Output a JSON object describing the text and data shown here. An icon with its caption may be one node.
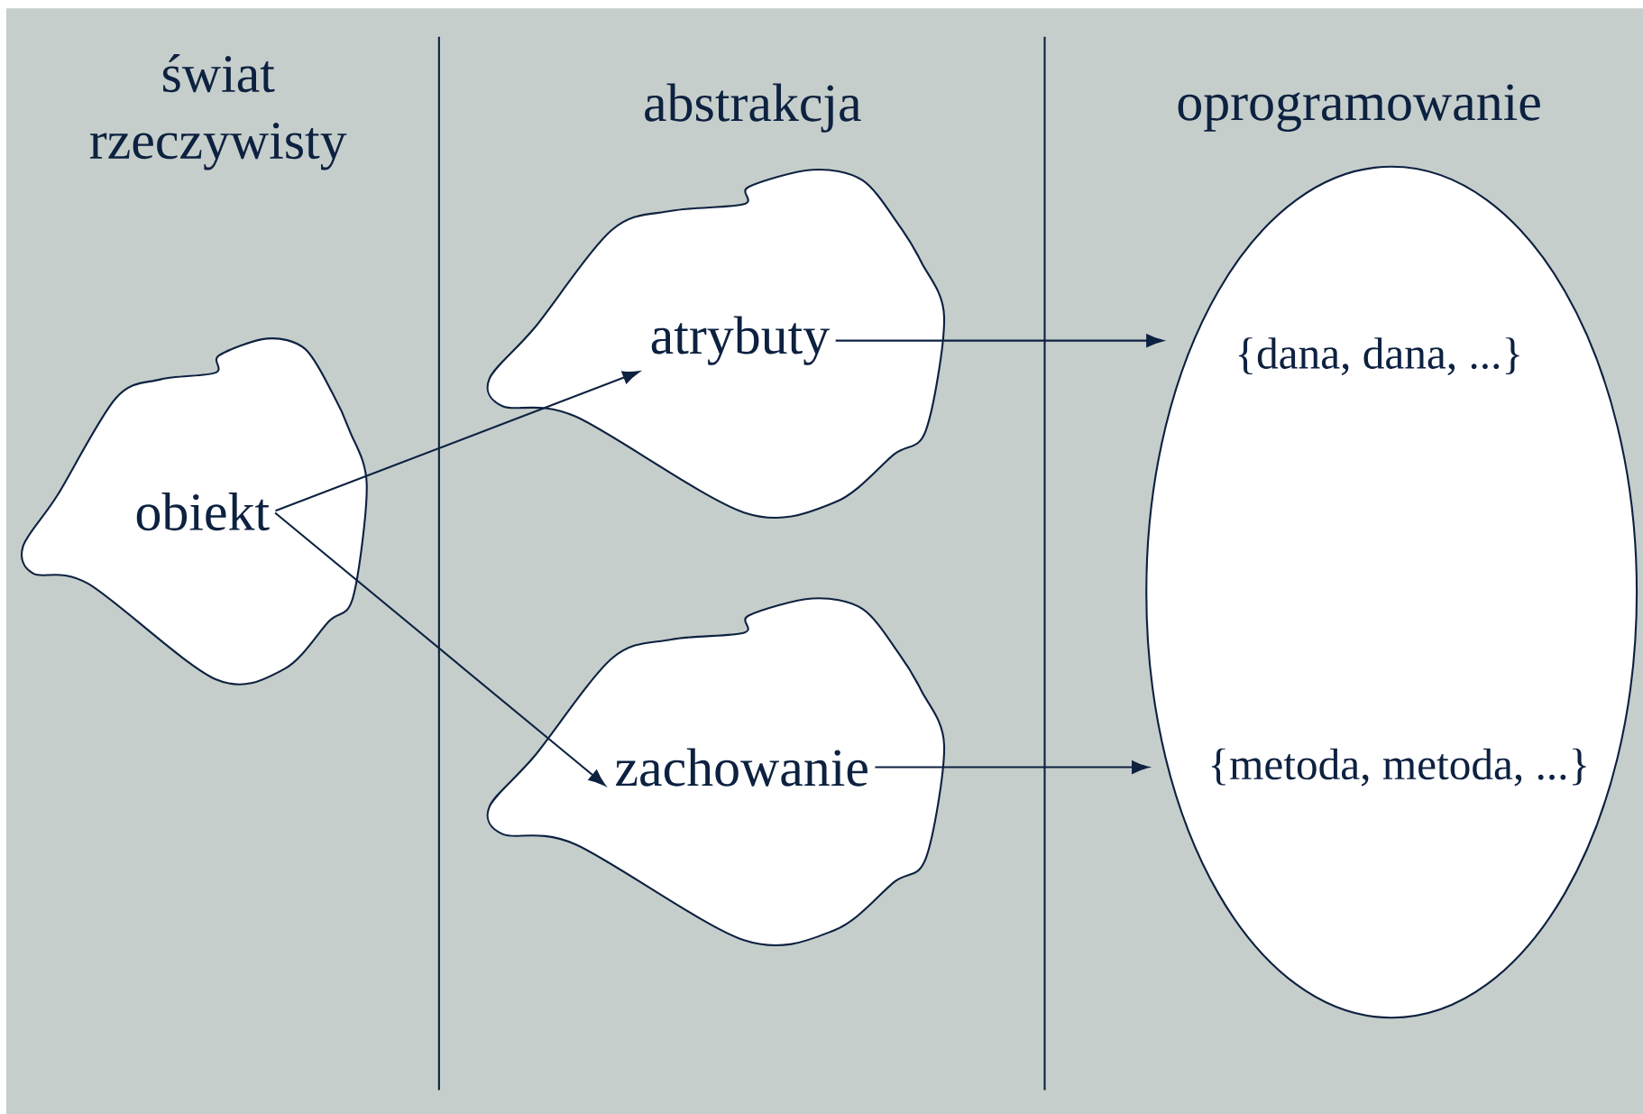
{
  "diagram": {
    "nodes": [
      {
        "text": [
          "obiekt"
        ]
      },
      {
        "text": [
          "atrybuty"
        ]
      },
      {
        "text": [
          "zachowanie"
        ]
      },
      {
        "text": [],
        "shape": "ellipse"
      },
      {
        "text": [
          "{dana, dana, ...}"
        ],
        "in": 3
      },
      {
        "text": [
          "{metoda, metoda, ...}"
        ],
        "in": 3
      }
    ],
    "edges": [
      {
        "from": 0,
        "to": 1,
        "arrow": "to"
      },
      {
        "from": 0,
        "to": 2,
        "arrow": "to"
      },
      {
        "from": 1,
        "to": 4,
        "arrow": "to"
      },
      {
        "from": 2,
        "to": 5,
        "arrow": "to"
      }
    ],
    "labels": [
      "świat rzeczywisty",
      "abstrakcja",
      "oprogramowanie"
    ]
  }
}
